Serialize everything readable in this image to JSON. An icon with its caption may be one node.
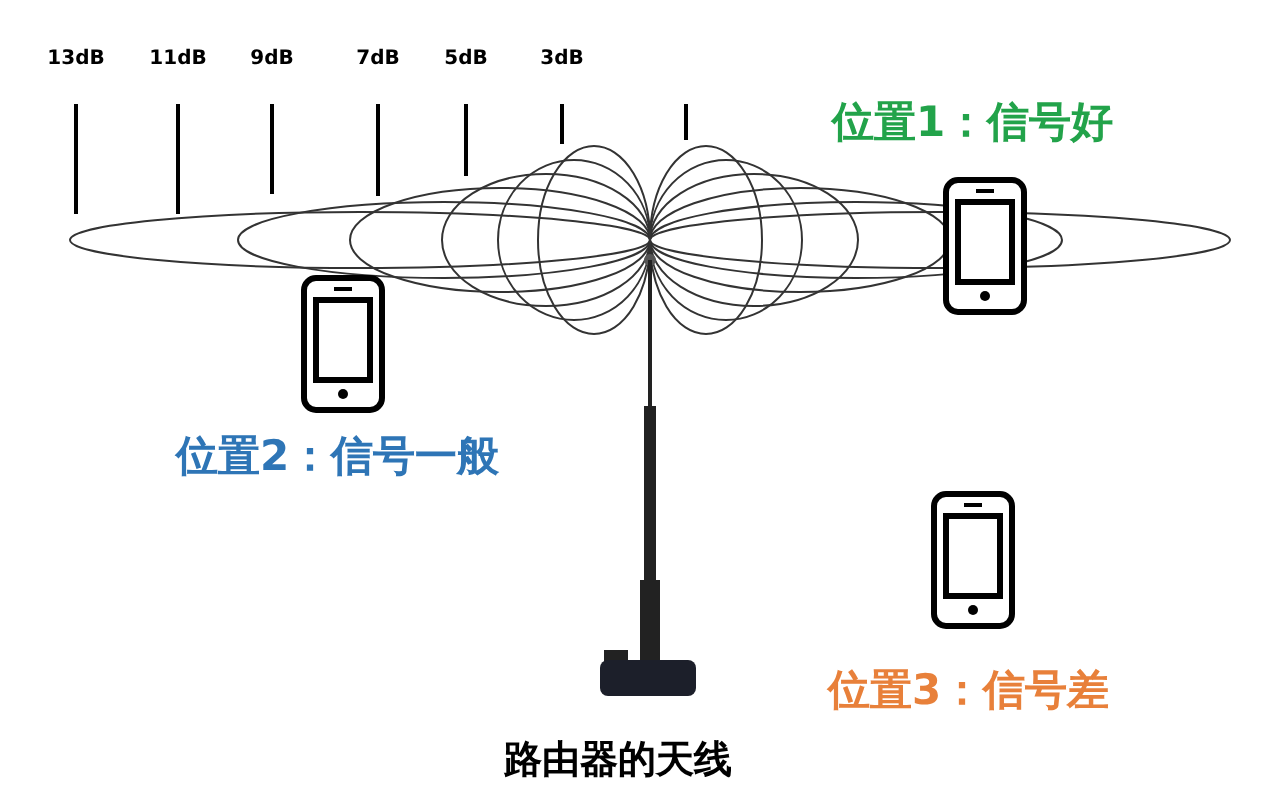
{
  "diagram": {
    "nodes": [
      {
        "text": [],
        "shape": "picture",
        "beside": [
          "位置1：信号好"
        ]
      },
      {
        "text": [],
        "shape": "picture",
        "beside": [
          "位置2：信号一般"
        ]
      },
      {
        "text": [],
        "shape": "picture",
        "beside": [
          "位置3：信号差"
        ]
      },
      {
        "text": [],
        "shape": "picture",
        "beside": [
          "路由器的天线"
        ]
      }
    ],
    "labels": [
      "13dB",
      "11dB",
      "9dB",
      "7dB",
      "5dB",
      "3dB"
    ]
  }
}
